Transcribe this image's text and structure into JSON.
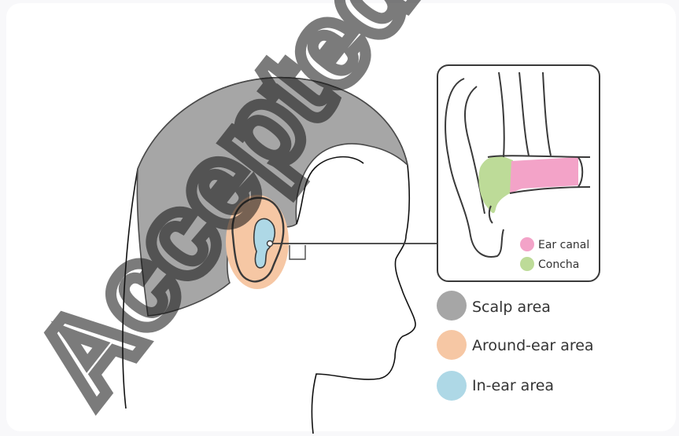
{
  "colors": {
    "scalp": "#a6a6a6",
    "around_ear": "#f6c7a4",
    "in_ear": "#aed8e6",
    "ear_canal": "#f3a3c8",
    "concha": "#bddb98",
    "outline": "#4a4a4a"
  },
  "inset_legend": {
    "ear_canal": "Ear canal",
    "concha": "Concha"
  },
  "legend": {
    "scalp": "Scalp area",
    "around_ear": "Around-ear area",
    "in_ear": "In-ear area"
  },
  "watermark": "AcceptedManuscript"
}
